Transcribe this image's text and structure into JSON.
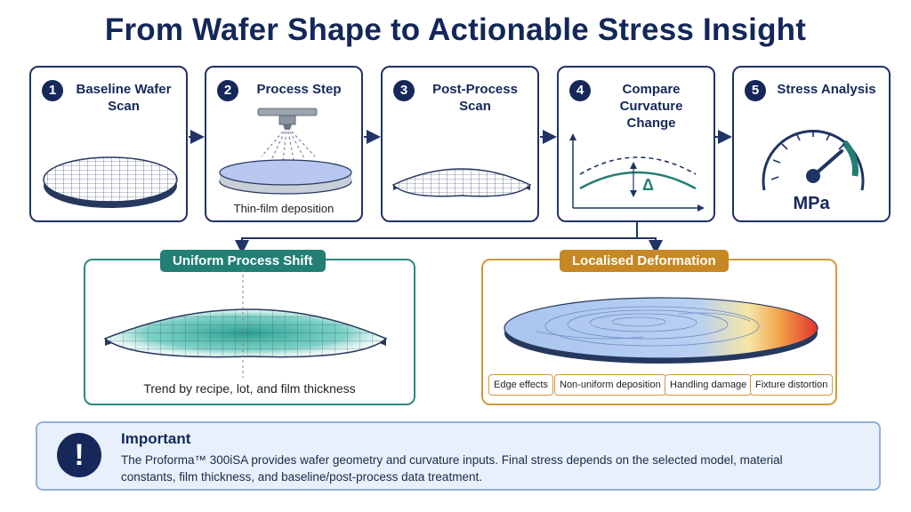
{
  "title": "From Wafer Shape to Actionable Stress Insight",
  "steps": [
    {
      "number": "1",
      "title": "Baseline Wafer Scan"
    },
    {
      "number": "2",
      "title": "Process Step",
      "caption": "Thin-film deposition"
    },
    {
      "number": "3",
      "title": "Post-Process Scan"
    },
    {
      "number": "4",
      "title": "Compare Curvature Change",
      "delta": "Δ"
    },
    {
      "number": "5",
      "title": "Stress Analysis",
      "unit": "MPa"
    }
  ],
  "outcomes": {
    "uniform": {
      "label": "Uniform Process Shift",
      "caption": "Trend by recipe, lot, and film thickness"
    },
    "localised": {
      "label": "Localised Deformation",
      "tags": [
        "Edge effects",
        "Non-uniform deposition",
        "Handling damage",
        "Fixture distortion"
      ]
    }
  },
  "note": {
    "icon": "!",
    "title": "Important",
    "text": "The Proforma™ 300iSA provides wafer geometry and curvature inputs. Final stress depends on the selected model, material constants, film thickness, and baseline/post-process data treatment."
  },
  "colors": {
    "navy": "#16285a",
    "teal": "#227f74",
    "amber": "#c68824",
    "note_bg": "#e8f0fb"
  }
}
